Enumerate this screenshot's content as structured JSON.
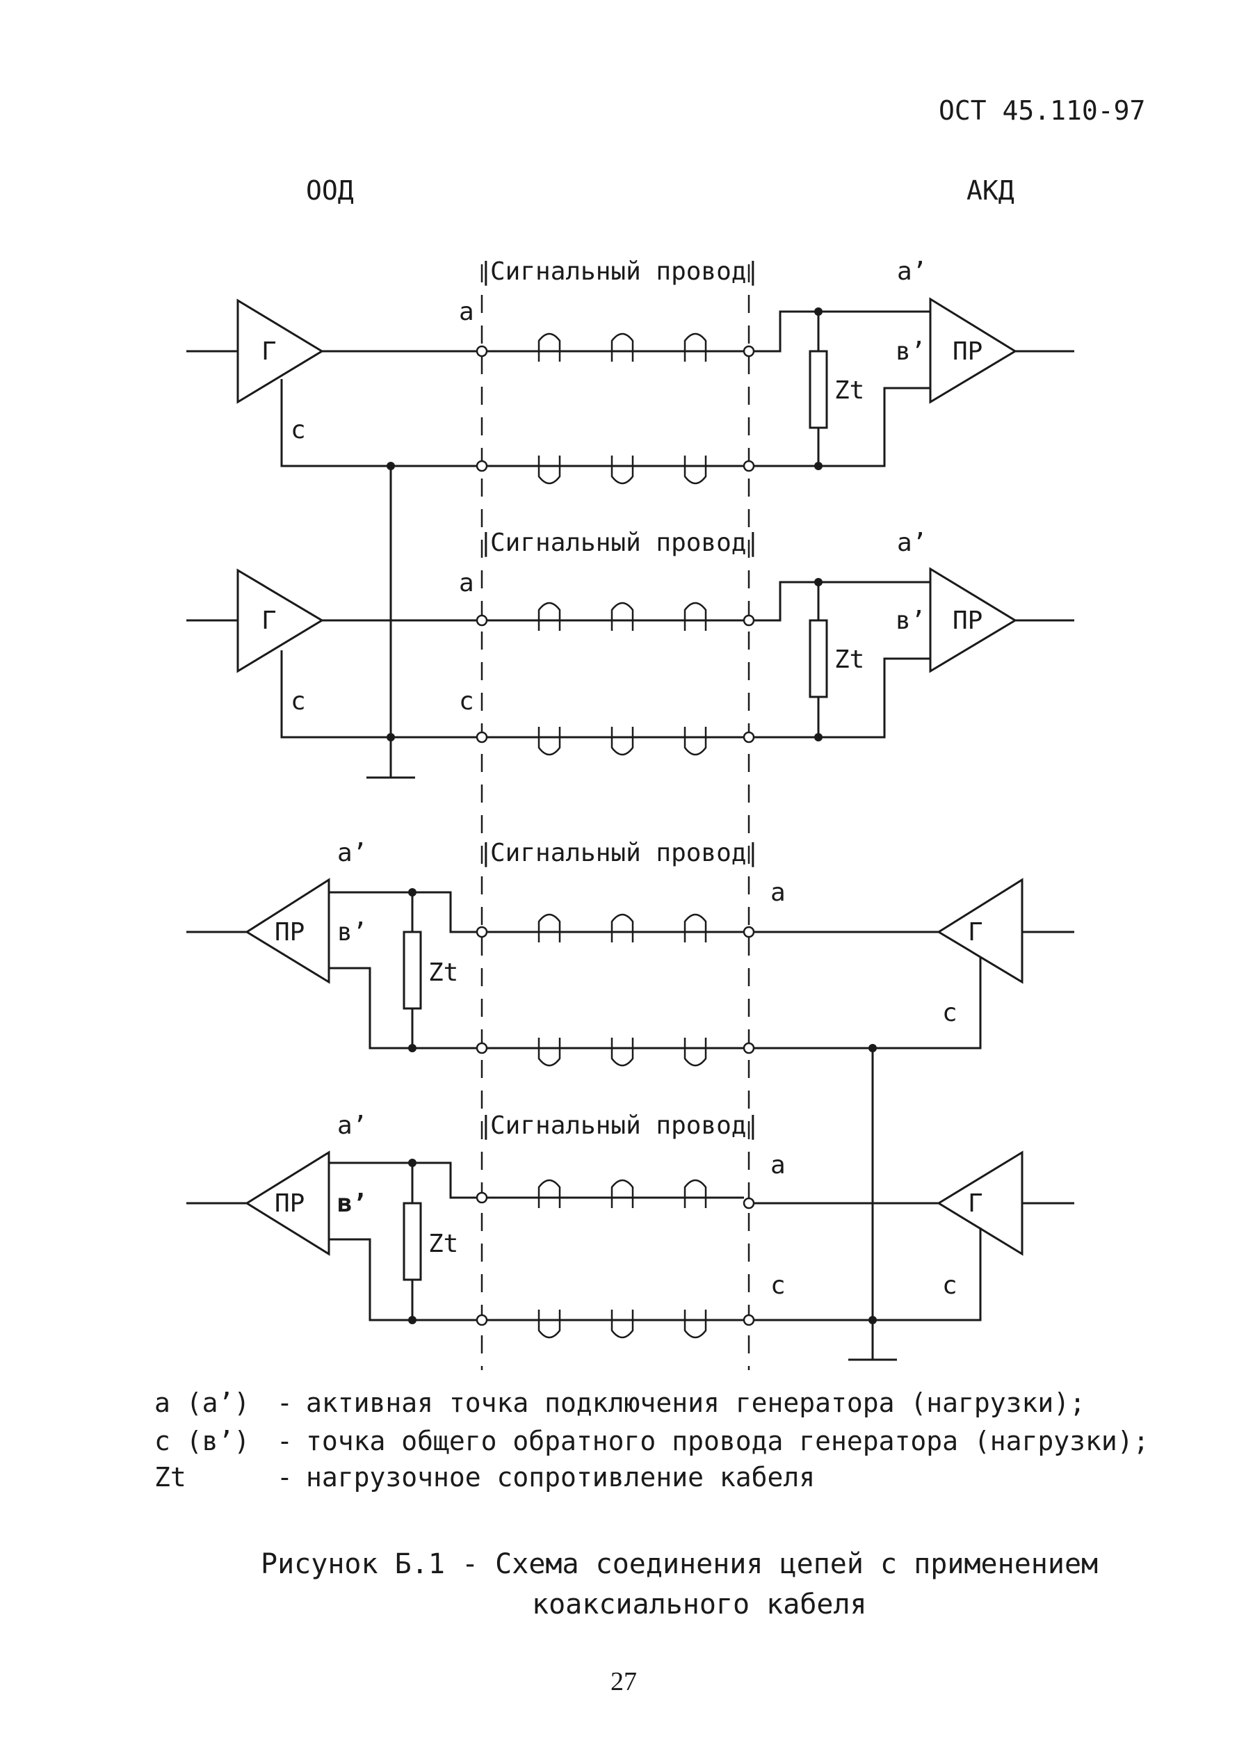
{
  "doc_id": "ОСТ 45.110-97",
  "header": {
    "left": "ООД",
    "right": "АКД"
  },
  "labels": {
    "signal_wire": "Сигнальный провод",
    "generator": "Г",
    "receiver": "ПР",
    "active_point": "a",
    "active_point_load": "a’",
    "common_point": "c",
    "common_point_load": "в’",
    "impedance": "Zt"
  },
  "legend": [
    {
      "symbol": "a (a’)",
      "dash": "-",
      "text": "активная  точка подключения генератора (нагрузки);"
    },
    {
      "symbol": "c (в’)",
      "dash": "-",
      "text": "точка общего обратного провода генератора (нагрузки);"
    },
    {
      "symbol": "Zt",
      "dash": "-",
      "text": "нагрузочное сопротивление кабеля"
    }
  ],
  "caption": {
    "line1": "Рисунок Б.1 - Схема соединения цепей с применением",
    "line2": "коаксиального кабеля"
  },
  "page_number": "27"
}
